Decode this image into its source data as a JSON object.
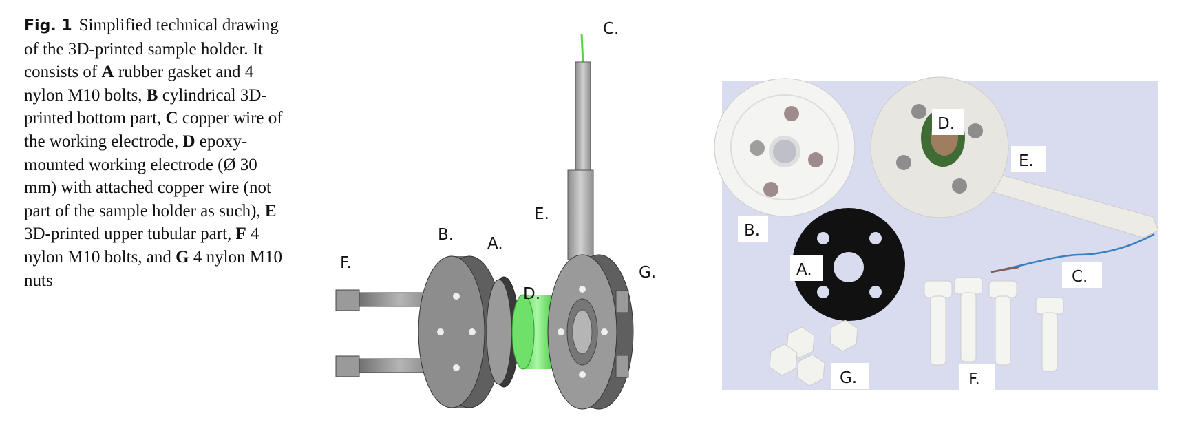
{
  "caption": {
    "figure_label": "Fig. 1",
    "parts": [
      {
        "t": "Simplified technical drawing of the 3D-printed sample holder. It consists of "
      },
      {
        "b": "A"
      },
      {
        "t": " rubber gasket and 4 nylon M10 bolts, "
      },
      {
        "b": "B"
      },
      {
        "t": " cylindrical 3D-printed bottom part, "
      },
      {
        "b": "C"
      },
      {
        "t": " copper wire of the working electrode, "
      },
      {
        "b": "D"
      },
      {
        "t": " epoxy-mounted working electrode (Ø 30 mm) with attached copper wire (not part of the sample holder as such), "
      },
      {
        "b": "E"
      },
      {
        "t": " 3D-printed upper tubular part, "
      },
      {
        "b": "F"
      },
      {
        "t": " 4 nylon M10 bolts, and "
      },
      {
        "b": "G"
      },
      {
        "t": " 4 nylon M10 nuts"
      }
    ]
  },
  "drawing": {
    "labels": {
      "A": "A.",
      "B": "B.",
      "C": "C.",
      "D": "D.",
      "E": "E.",
      "F": "F.",
      "G": "G."
    },
    "colors": {
      "part": "#8a8a8a",
      "electrode": "#7ff07a"
    }
  },
  "photo": {
    "labels": {
      "A": "A.",
      "B": "B.",
      "C": "C.",
      "D": "D.",
      "E": "E.",
      "F": "F.",
      "G": "G."
    },
    "colors": {
      "background": "#d9dcef",
      "gasket": "#111111",
      "wire": "#3a7fbf"
    }
  }
}
